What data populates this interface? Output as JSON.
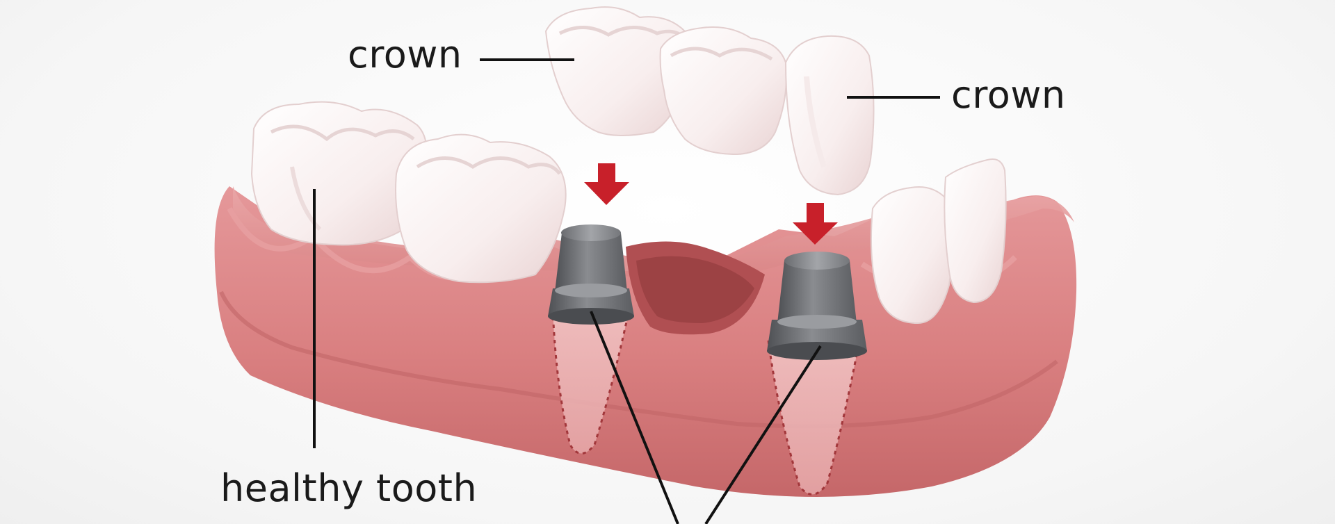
{
  "labels": {
    "crown_left": "crown",
    "crown_right": "crown",
    "healthy_tooth": "healthy tooth"
  },
  "colors": {
    "gum": "#d97f80",
    "gum_dark": "#b85a5c",
    "tooth": "#fbf3f2",
    "tooth_shadow": "#e8d2d2",
    "abutment": "#6d6f73",
    "arrow": "#c8202a",
    "leader_line": "#111111"
  }
}
